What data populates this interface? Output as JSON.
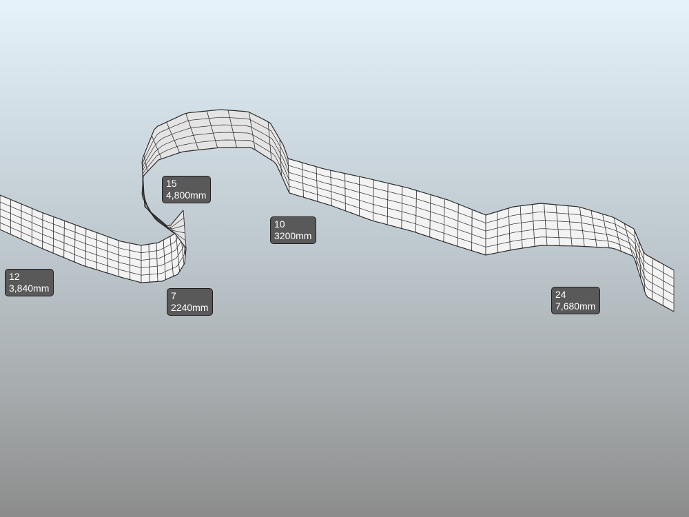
{
  "labels": [
    {
      "count": "15",
      "length": "4,800mm"
    },
    {
      "count": "10",
      "length": "3200mm"
    },
    {
      "count": "12",
      "length": "3,840mm"
    },
    {
      "count": "7",
      "length": "2240mm"
    },
    {
      "count": "24",
      "length": "7,680mm"
    }
  ],
  "colors": {
    "panel_fill": "#f3f3f3",
    "panel_fill_shadow": "#e4e4e4",
    "grid_line": "#2a2a2a",
    "label_bg": "#595959",
    "label_border": "#1e1e1e",
    "label_text": "#ffffff"
  }
}
